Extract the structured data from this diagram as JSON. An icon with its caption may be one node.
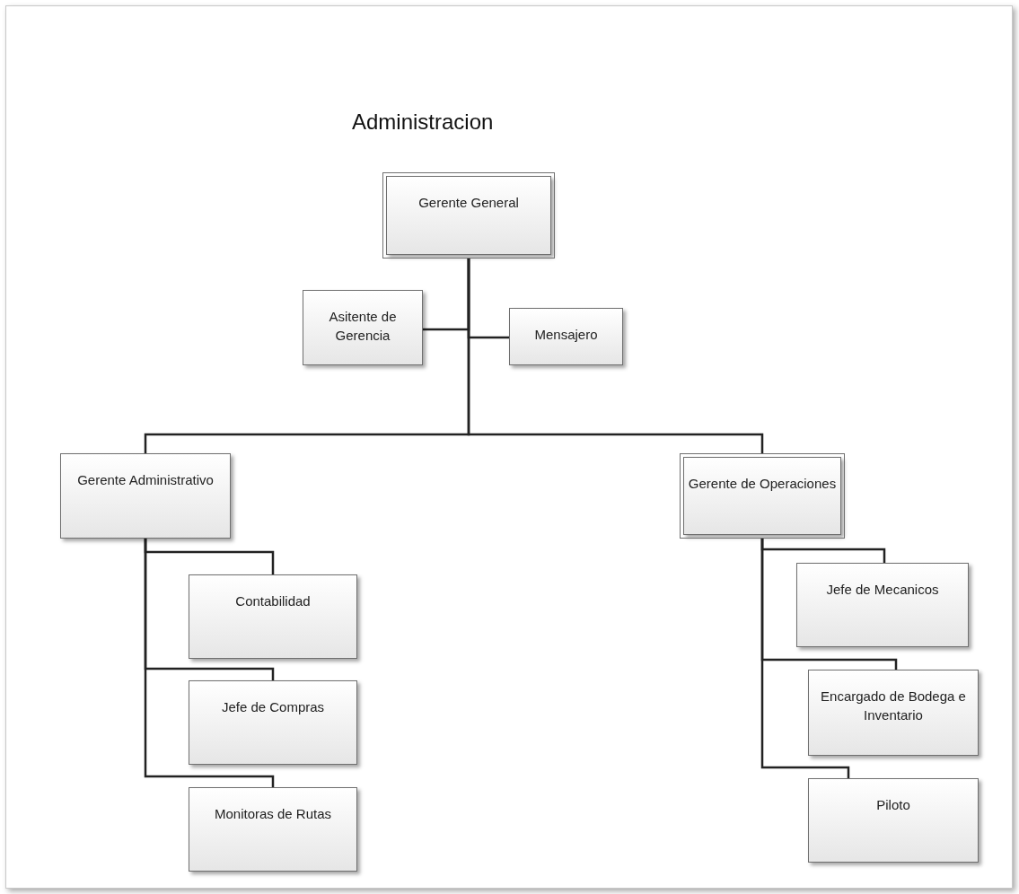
{
  "diagram": {
    "title": "Administracion",
    "nodes": [
      {
        "text": [
          "Gerente General"
        ]
      },
      {
        "text": [
          "Asitente de Gerencia"
        ]
      },
      {
        "text": [
          "Mensajero"
        ]
      },
      {
        "text": [
          "Gerente Administrativo"
        ]
      },
      {
        "text": [
          "Gerente de Operaciones"
        ]
      },
      {
        "text": [
          "Contabilidad"
        ]
      },
      {
        "text": [
          "Jefe de Compras"
        ]
      },
      {
        "text": [
          "Monitoras de Rutas"
        ]
      },
      {
        "text": [
          "Jefe de Mecanicos"
        ]
      },
      {
        "text": [
          "Encargado de Bodega e Inventario"
        ]
      },
      {
        "text": [
          "Piloto"
        ]
      }
    ],
    "edges": [
      {
        "from": 0,
        "to": 1,
        "arrow": "none"
      },
      {
        "from": 0,
        "to": 2,
        "arrow": "none"
      },
      {
        "from": 0,
        "to": 3,
        "arrow": "none"
      },
      {
        "from": 0,
        "to": 4,
        "arrow": "none"
      },
      {
        "from": 3,
        "to": 5,
        "arrow": "none"
      },
      {
        "from": 3,
        "to": 6,
        "arrow": "none"
      },
      {
        "from": 3,
        "to": 7,
        "arrow": "none"
      },
      {
        "from": 4,
        "to": 8,
        "arrow": "none"
      },
      {
        "from": 4,
        "to": 9,
        "arrow": "none"
      },
      {
        "from": 4,
        "to": 10,
        "arrow": "none"
      }
    ]
  }
}
